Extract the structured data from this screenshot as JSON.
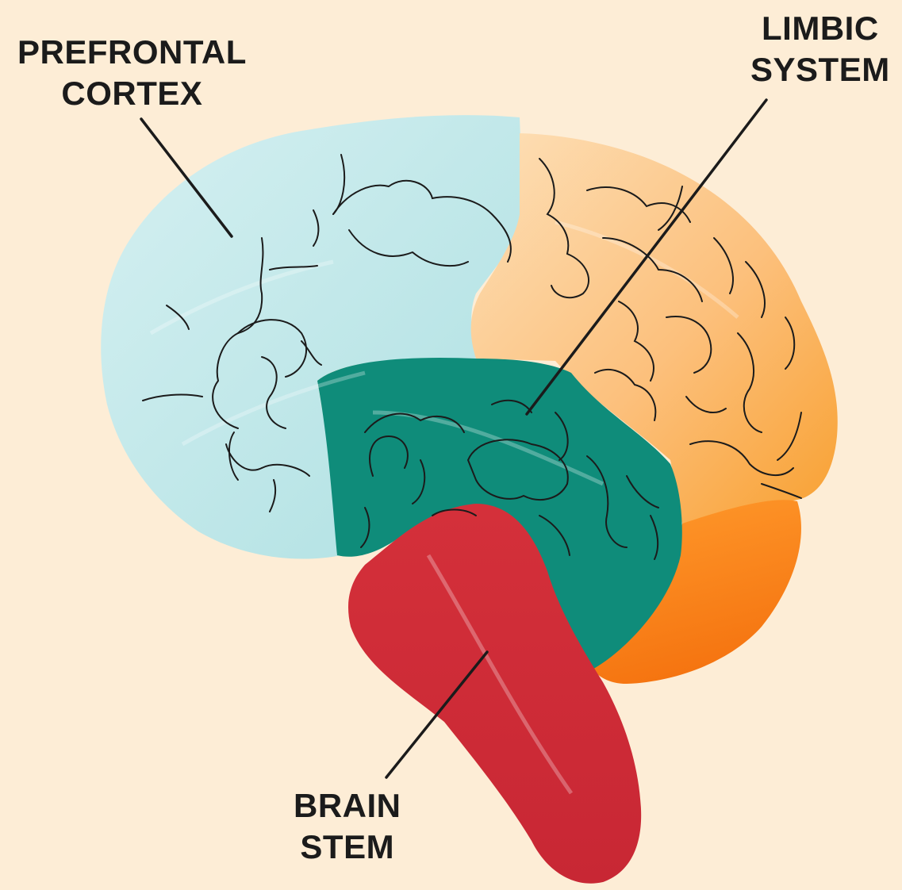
{
  "labels": {
    "prefrontal": {
      "line1": "PREFRONTAL",
      "line2": "CORTEX"
    },
    "limbic": {
      "line1": "LIMBIC",
      "line2": "SYSTEM"
    },
    "brainstem": {
      "line1": "BRAIN",
      "line2": "STEM"
    }
  },
  "colors": {
    "background": "#fdedd6",
    "prefrontal_cortex": "#c3e9ea",
    "parietal_region": "#fbc78a",
    "cerebellum": "#fb8c1e",
    "limbic_system": "#0e8c7a",
    "brain_stem": "#cc2d35",
    "outline": "#1b1b1b"
  }
}
